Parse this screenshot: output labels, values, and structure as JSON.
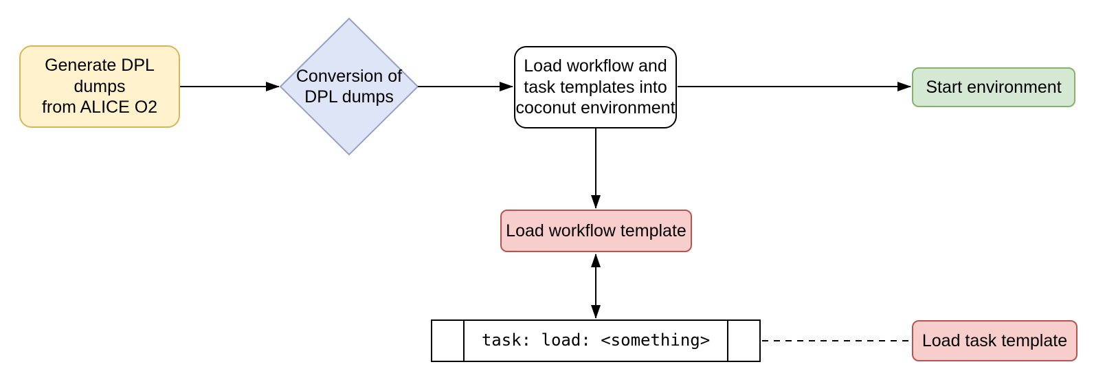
{
  "diagram": {
    "type": "flowchart",
    "background": "#ffffff",
    "nodes": {
      "generate_dumps": {
        "label": "Generate DPL dumps\nfrom ALICE O2",
        "shape": "rounded-rect",
        "fill": "#fff2cc",
        "stroke": "#d6b656"
      },
      "conversion": {
        "label": "Conversion of\nDPL dumps",
        "shape": "diamond",
        "fill": "#dde5f7",
        "stroke": "#95a0c4"
      },
      "load_templates": {
        "label": "Load workflow and\ntask templates into\ncoconut environment",
        "shape": "rounded-rect",
        "fill": "#ffffff",
        "stroke": "#000000"
      },
      "start_environment": {
        "label": "Start environment",
        "shape": "rounded-rect",
        "fill": "#d5e8d4",
        "stroke": "#82b366"
      },
      "load_workflow_template": {
        "label": "Load workflow template",
        "shape": "rounded-rect",
        "fill": "#f8cecc",
        "stroke": "#b85450"
      },
      "task_snippet": {
        "label": "task: load: <something>",
        "shape": "process-with-side-bars",
        "fill": "#ffffff",
        "stroke": "#000000",
        "font": "monospace"
      },
      "load_task_template": {
        "label": "Load task template",
        "shape": "rounded-rect",
        "fill": "#f8cecc",
        "stroke": "#b85450"
      }
    },
    "edges": [
      {
        "from": "generate_dumps",
        "to": "conversion",
        "style": "solid-arrow"
      },
      {
        "from": "conversion",
        "to": "load_templates",
        "style": "solid-arrow"
      },
      {
        "from": "load_templates",
        "to": "start_environment",
        "style": "solid-arrow"
      },
      {
        "from": "load_templates",
        "to": "load_workflow_template",
        "style": "solid-arrow"
      },
      {
        "from": "load_workflow_template",
        "to": "task_snippet",
        "style": "double-headed-arrow"
      },
      {
        "from": "task_snippet",
        "to": "load_task_template",
        "style": "dashed-line"
      }
    ],
    "edge_color": "#000000"
  }
}
